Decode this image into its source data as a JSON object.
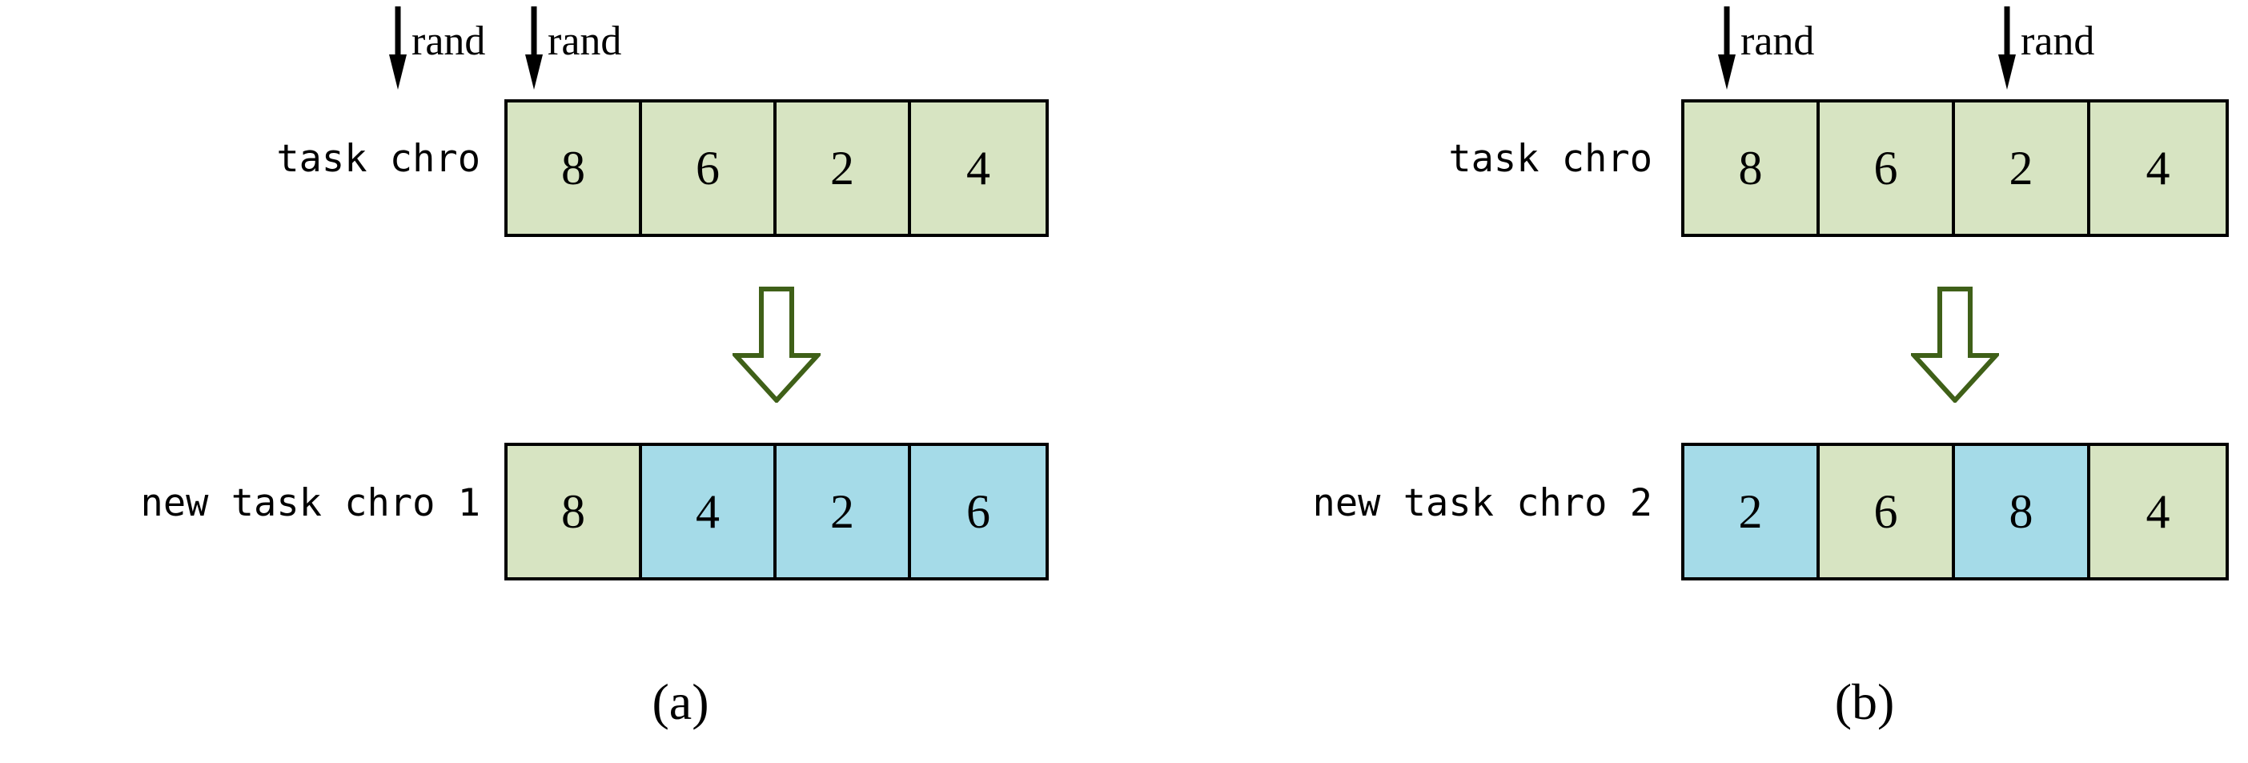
{
  "figure": {
    "background_color": "#ffffff",
    "green_color": "#d7e4c2",
    "blue_color": "#a5dbe8",
    "outline_color": "#000000",
    "block_arrow_color": "#3f6018"
  },
  "panels": [
    {
      "caption": "(a)",
      "rand_markers": [
        {
          "label": "rand",
          "cell_index": 1
        },
        {
          "label": "rand",
          "cell_index": 3
        }
      ],
      "source_row": {
        "label": "task chro",
        "cells": [
          {
            "value": "8",
            "color": "green"
          },
          {
            "value": "6",
            "color": "green"
          },
          {
            "value": "2",
            "color": "green"
          },
          {
            "value": "4",
            "color": "green"
          }
        ]
      },
      "result_row": {
        "label": "new task chro 1",
        "cells": [
          {
            "value": "8",
            "color": "green"
          },
          {
            "value": "4",
            "color": "blue"
          },
          {
            "value": "2",
            "color": "blue"
          },
          {
            "value": "6",
            "color": "blue"
          }
        ]
      }
    },
    {
      "caption": "(b)",
      "rand_markers": [
        {
          "label": "rand",
          "cell_index": 0
        },
        {
          "label": "rand",
          "cell_index": 2
        }
      ],
      "source_row": {
        "label": "task chro",
        "cells": [
          {
            "value": "8",
            "color": "green"
          },
          {
            "value": "6",
            "color": "green"
          },
          {
            "value": "2",
            "color": "green"
          },
          {
            "value": "4",
            "color": "green"
          }
        ]
      },
      "result_row": {
        "label": "new task chro 2",
        "cells": [
          {
            "value": "2",
            "color": "blue"
          },
          {
            "value": "6",
            "color": "green"
          },
          {
            "value": "8",
            "color": "blue"
          },
          {
            "value": "4",
            "color": "green"
          }
        ]
      }
    }
  ]
}
